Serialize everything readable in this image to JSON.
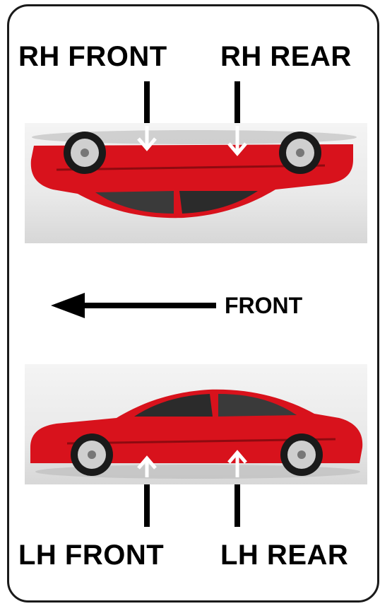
{
  "labels": {
    "rh_front": "RH FRONT",
    "rh_rear": "RH REAR",
    "lh_front": "LH FRONT",
    "lh_rear": "LH REAR",
    "front": "FRONT"
  },
  "colors": {
    "car_body": "#d8121c",
    "car_shadow": "#8e0a10",
    "arrow": "#000000",
    "inner_arrow": "#ffffff"
  },
  "icons": {
    "direction": "left-arrow-icon",
    "callout": "down-arrow-icon"
  }
}
